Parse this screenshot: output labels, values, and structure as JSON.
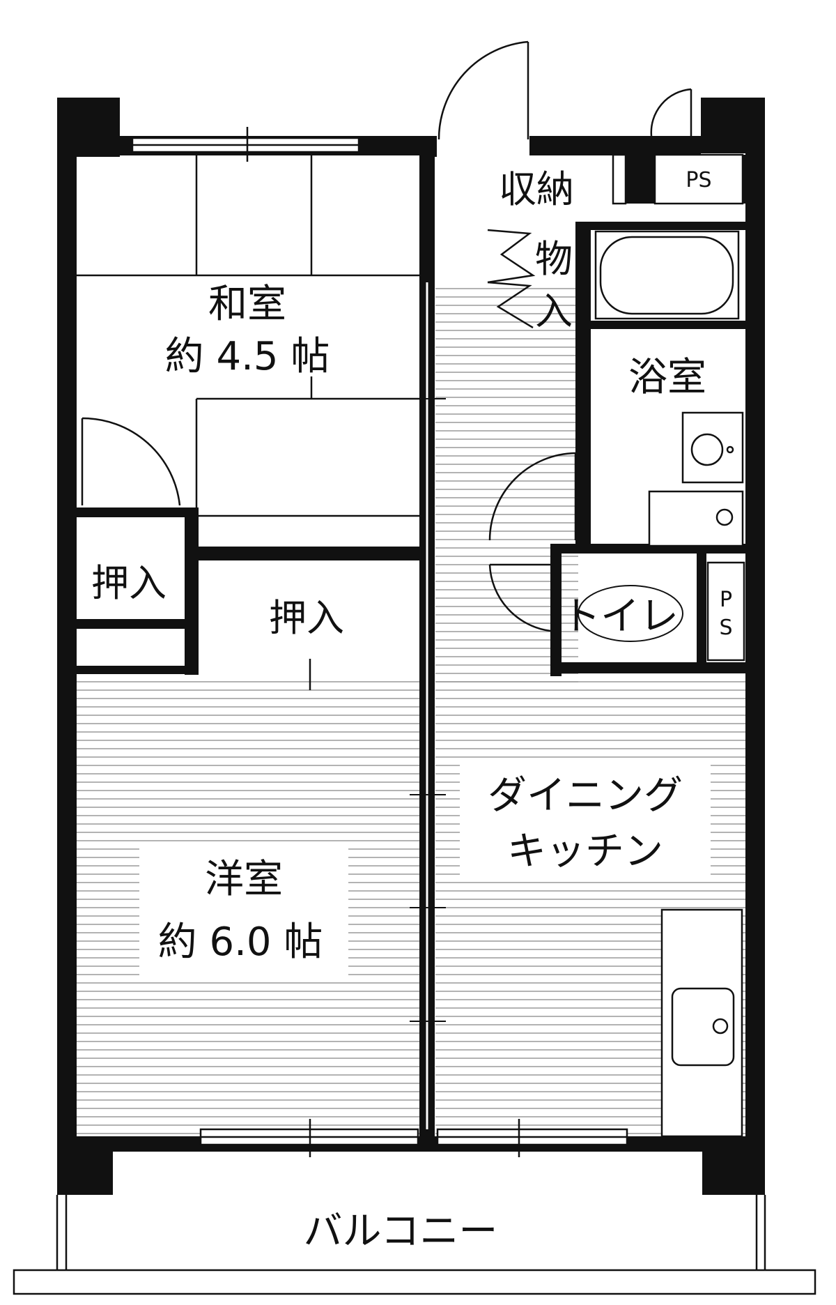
{
  "rooms": {
    "washitsu": {
      "name": "和室",
      "area": "約 4.5 帖"
    },
    "youshitsu": {
      "name": "洋室",
      "area": "約 6.0 帖"
    },
    "dk": {
      "line1": "ダイニング",
      "line2": "キッチン"
    },
    "bath": {
      "name": "浴室"
    },
    "toilet": {
      "name": "トイレ"
    },
    "balcony": {
      "name": "バルコニー"
    }
  },
  "storage": {
    "closet_left": "押入",
    "closet_center": "押入",
    "shuno": "収納",
    "monoire_1": "物",
    "monoire_2": "入"
  },
  "pipe_spaces": {
    "top": "PS",
    "toilet_p": "P",
    "toilet_s": "S"
  },
  "colors": {
    "wall": "#111111",
    "floor_stripe": "#9a9a9a",
    "background": "#ffffff"
  }
}
